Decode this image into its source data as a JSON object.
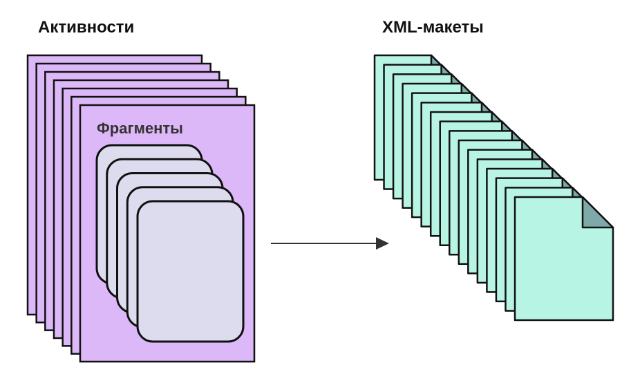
{
  "activities": {
    "title": "Активности",
    "fragments_label": "Фрагменты",
    "page_count": 7,
    "fragment_count": 5,
    "page_color": "#dcb8f8",
    "fragment_color": "#dcdcee"
  },
  "layouts": {
    "title": "XML-макеты",
    "page_count": 16,
    "page_color": "#b8f4e4",
    "fold_color": "#7fa8a8"
  },
  "colors": {
    "stroke": "#111111",
    "arrow": "#333333"
  }
}
